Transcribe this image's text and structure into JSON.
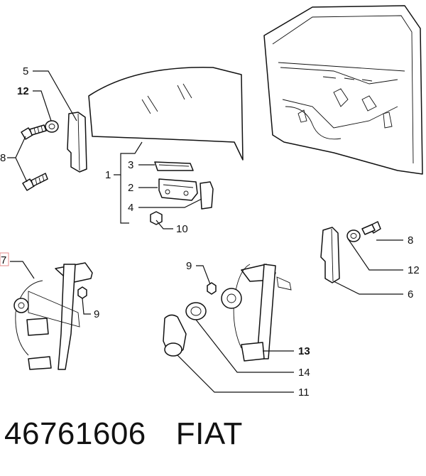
{
  "callouts": {
    "c1": "1",
    "c2": "2",
    "c3": "3",
    "c4": "4",
    "c5": "5",
    "c6": "6",
    "c7": "7",
    "c8a": "8",
    "c8b": "8",
    "c9a": "9",
    "c9b": "9",
    "c10": "10",
    "c11": "11",
    "c12a": "12",
    "c12b": "12",
    "c13": "13",
    "c14": "14"
  },
  "caption": {
    "part_number": "46761606",
    "brand": "FIAT"
  }
}
